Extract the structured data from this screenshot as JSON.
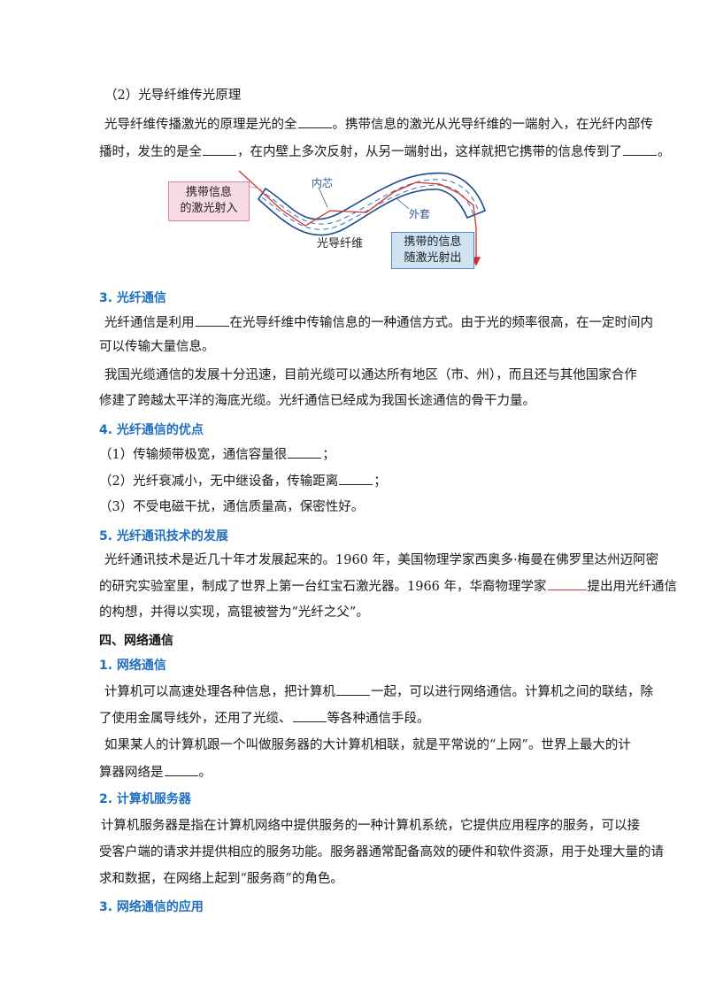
{
  "section_2_2": {
    "title": "（2）光导纤维传光原理",
    "p1_line1_a": "光导纤维传播激光的原理是光的全",
    "p1_line1_b": "。携带信息的激光从光导纤维的一端射入，在光纤内部传",
    "p1_line2_a": "播时，发生的是全",
    "p1_line2_b": "，在内壁上多次反射，从另一端射出，这样就把它携带的信息传到了",
    "p1_line2_c": "。"
  },
  "diagram": {
    "input_box_line1": "携带信息",
    "input_box_line2": "的激光射入",
    "output_box_line1": "携带的信息",
    "output_box_line2": "随激光射出",
    "core_label": "内芯",
    "cladding_label": "外套",
    "fiber_label": "光导纤维",
    "colors": {
      "arrow": "#d0312d",
      "fiber_edge": "#1f4e8c",
      "core_dash": "#3a6cc2",
      "fiber_fill": "#ffffff"
    }
  },
  "section_3": {
    "heading": "3. 光纤通信",
    "p1_line1_a": "光纤通信是利用",
    "p1_line1_b": "在光导纤维中传输信息的一种通信方式。由于光的频率很高，在一定时间内",
    "p1_line2": "可以传输大量信息。",
    "p2_line1": "我国光缆通信的发展十分迅速，目前光缆可以通达所有地区（市、州），而且还与其他国家合作",
    "p2_line2": "修建了跨越太平洋的海底光缆。光纤通信已经成为我国长途通信的骨干力量。"
  },
  "section_4": {
    "heading": "4. 光纤通信的优点",
    "item1_a": "（1）传输频带极宽，通信容量很",
    "item1_b": "；",
    "item2_a": "（2）光纤衰减小，无中继设备，传输距离",
    "item2_b": "；",
    "item3": "（3）不受电磁干扰，通信质量高，保密性好。"
  },
  "section_5": {
    "heading": "5. 光纤通讯技术的发展",
    "line1": "光纤通讯技术是近几十年才发展起来的。1960 年，美国物理学家西奥多·梅曼在佛罗里达州迈阿密",
    "line2_a": "的研究实验室里，制成了世界上第一台红宝石激光器。1966 年，华裔物理学家",
    "line2_b": "提出用光纤通信",
    "line3": "的构想，并得以实现，高锟被誉为“光纤之父”。"
  },
  "chapter_4": {
    "heading": "四、网络通信",
    "sub1_heading": "1. 网络通信",
    "p1_line1_a": "计算机可以高速处理各种信息，把计算机",
    "p1_line1_b": "一起，可以进行网络通信。计算机之间的联结，除",
    "p1_line2_a": "了使用金属导线外，还用了光缆、",
    "p1_line2_b": "等各种通信手段。",
    "p2_line1": "如果某人的计算机跟一个叫做服务器的大计算机相联，就是平常说的“上网”。世界上最大的计",
    "p2_line2_a": "算器网络是",
    "p2_line2_b": "。",
    "sub2_heading": "2. 计算机服务器",
    "p3_line1": "计算机服务器是指在计算机网络中提供服务的一种计算机系统，它提供应用程序的服务，可以接",
    "p3_line2": "受客户端的请求并提供相应的服务功能。服务器通常配备高效的硬件和软件资源，用于处理大量的请",
    "p3_line3": "求和数据，在网络上起到“服务商”的角色。",
    "sub3_heading": "3. 网络通信的应用"
  }
}
